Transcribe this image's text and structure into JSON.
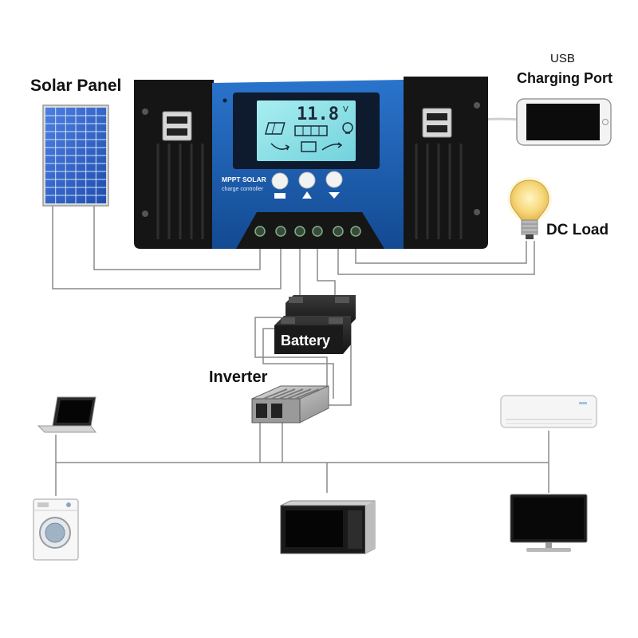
{
  "labels": {
    "solar_panel": "Solar Panel",
    "usb_line1": "USB",
    "usb_line2": "Charging Port",
    "dc_load": "DC Load",
    "battery": "Battery",
    "inverter": "Inverter"
  },
  "controller": {
    "lcd_value": "11.8",
    "lcd_unit": "V",
    "brand_line1": "MPPT SOLAR",
    "brand_line2": "charge controller"
  },
  "colors": {
    "controller_body": "#1b1b1b",
    "controller_face": "#1f63b8",
    "lcd_background": "#8ee0e6",
    "panel_cells": "#2f5fc4",
    "wire": "#8a8a8a"
  },
  "icons": {
    "appliances": [
      "laptop-icon",
      "air-conditioner-icon",
      "washing-machine-icon",
      "microwave-icon",
      "monitor-icon"
    ],
    "devices": [
      "smartphone-icon",
      "light-bulb-icon",
      "battery-icon",
      "inverter-icon"
    ]
  }
}
